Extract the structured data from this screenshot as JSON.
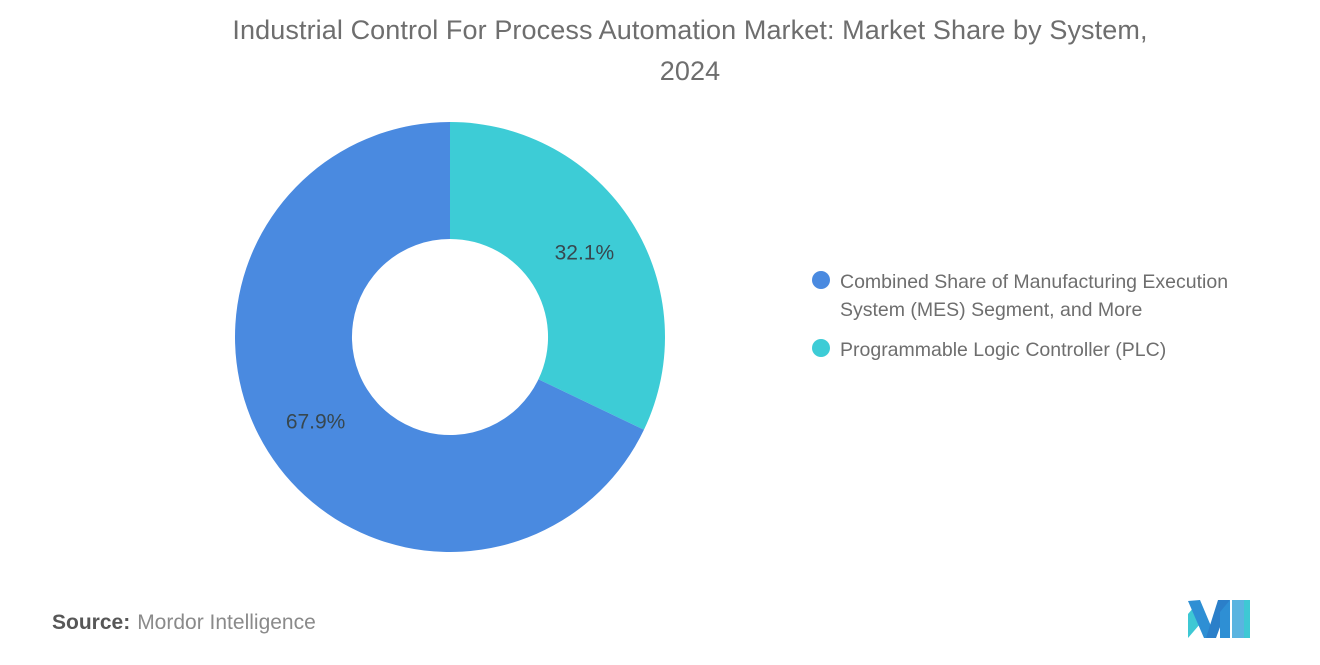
{
  "title": {
    "line1": "Industrial Control For Process Automation Market: Market Share by System,",
    "line2": "2024"
  },
  "source": {
    "label": "Source:",
    "value": "Mordor Intelligence"
  },
  "logo": {
    "name": "mordor-intelligence-logo",
    "alt": "MI"
  },
  "legend": {
    "items": [
      {
        "label": "Combined Share of Manufacturing Execution System (MES) Segment, and More",
        "color": "#4a8ae0"
      },
      {
        "label": "Programmable Logic Controller (PLC)",
        "color": "#3dccd6"
      }
    ]
  },
  "chart_data": {
    "type": "pie",
    "variant": "donut",
    "title": "Industrial Control For Process Automation Market: Market Share by System, 2024",
    "subtitle": "",
    "xlabel": "",
    "ylabel": "",
    "units": "percent",
    "legend_position": "right",
    "grid": false,
    "start_angle_deg": 0,
    "direction": "clockwise",
    "inner_radius_ratio": 0.456,
    "labels": [
      "Programmable Logic Controller (PLC)",
      "Combined Share of Manufacturing Execution System (MES) Segment, and More"
    ],
    "values": [
      32.1,
      67.9
    ],
    "value_labels": [
      "32.1%",
      "67.9%"
    ],
    "colors": [
      "#3dccd6",
      "#4a8ae0"
    ],
    "slices": [
      {
        "name": "Programmable Logic Controller (PLC)",
        "value": 32.1,
        "label": "32.1%",
        "color": "#3dccd6",
        "start_deg": 0,
        "end_deg": 115.56
      },
      {
        "name": "Combined Share of Manufacturing Execution System (MES) Segment, and More",
        "value": 67.9,
        "label": "67.9%",
        "color": "#4a8ae0",
        "start_deg": 115.56,
        "end_deg": 360
      }
    ]
  }
}
